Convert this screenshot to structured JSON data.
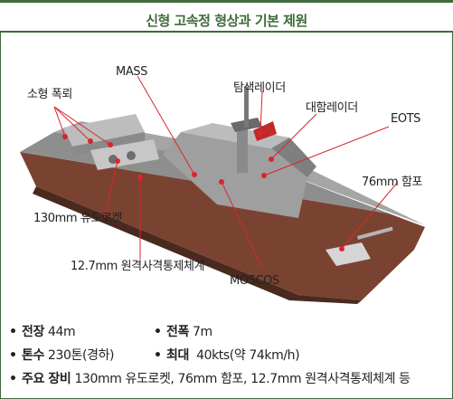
{
  "title": "신형 고속정 형상과 기본 제원",
  "labels": {
    "small_bomb": "소형 폭뢰",
    "mass": "MASS",
    "search_radar": "탐색레이더",
    "antiair_radar": "대함레이더",
    "eots": "EOTS",
    "gun76": "76mm 함포",
    "rocket130": "130mm 유도로켓",
    "rws127": "12.7mm 원격사격통제체계",
    "moscos": "MOSCOS"
  },
  "specs": {
    "length_key": "전장",
    "length_val": "44m",
    "beam_key": "전폭",
    "beam_val": "7m",
    "tonnage_key": "톤수",
    "tonnage_val": "230톤(경하)",
    "speed_key": "최대",
    "speed_val": "40kts(약 74km/h)",
    "equip_key": "주요 장비",
    "equip_val": "130mm 유도로켓, 76mm 함포, 12.7mm 원격사격통제체계 등"
  },
  "colors": {
    "accent": "#3f6b3a",
    "leader": "#d9262c",
    "hull": "#6b3b2a",
    "deck": "#8e8e8e"
  }
}
